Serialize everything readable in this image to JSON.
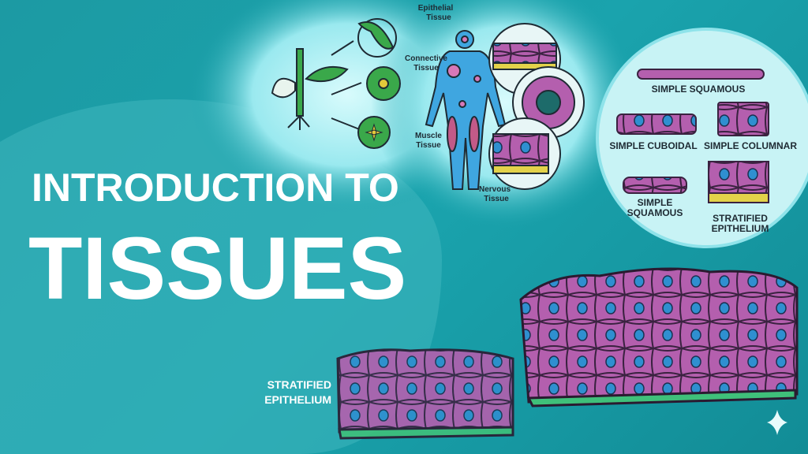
{
  "title": {
    "line1": "INTRODUCTION TO",
    "line2": "TISSUES"
  },
  "body_diagram": {
    "labels": {
      "epithelial": [
        "Epithelial",
        "Tissue"
      ],
      "connective": [
        "Connective",
        "Tissue"
      ],
      "muscle": [
        "Muscle",
        "Tissue"
      ],
      "nervous": [
        "Nervous",
        "Tissue"
      ]
    }
  },
  "epithelium_types": {
    "simple_squamous": "SIMPLE SQUAMOUS",
    "simple_cuboidal": "SIMPLE CUBOIDAL",
    "simple_columnar": "SIMPLE COLUMNAR",
    "simple_squamous_2": [
      "SIMPLE",
      "SQUAMOUS"
    ],
    "stratified": [
      "STRATIFIED",
      "EPITHELIUM"
    ]
  },
  "bottom_label": [
    "STRATIFIED",
    "EPITHELIUM"
  ],
  "colors": {
    "background": "#1a9fa8",
    "cell": "#b45fae",
    "nucleus": "#2f8fd0",
    "basement": "#e3d24a",
    "glow": "#c8f3f5"
  },
  "icons": {
    "sparkle": "sparkle-icon"
  }
}
